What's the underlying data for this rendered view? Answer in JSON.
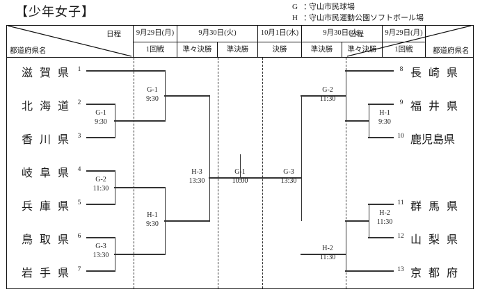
{
  "title": "【少年女子】",
  "venues": [
    {
      "key": "G",
      "sep": "：",
      "name": "守山市民球場"
    },
    {
      "key": "H",
      "sep": "：",
      "name": "守山市民運動公園ソフトボール場"
    }
  ],
  "header": {
    "corner_left_top": "日程",
    "corner_left_bottom": "都道府県名",
    "corner_right_top": "日程",
    "corner_right_bottom": "都道府県名",
    "dates": [
      "9月29日(月)",
      "9月30日(火)",
      "10月1日(水)",
      "9月30日(火)",
      "9月29日(月)"
    ],
    "rounds": [
      "1回戦",
      "準々決勝",
      "準決勝",
      "決勝",
      "準決勝",
      "準々決勝",
      "1回戦"
    ]
  },
  "teams_left": [
    {
      "seed": "1",
      "name": "滋 賀 県"
    },
    {
      "seed": "2",
      "name": "北 海 道"
    },
    {
      "seed": "3",
      "name": "香 川 県"
    },
    {
      "seed": "4",
      "name": "岐 阜 県"
    },
    {
      "seed": "5",
      "name": "兵 庫 県"
    },
    {
      "seed": "6",
      "name": "鳥 取 県"
    },
    {
      "seed": "7",
      "name": "岩 手 県"
    }
  ],
  "teams_right": [
    {
      "seed": "8",
      "name": "長 崎 県"
    },
    {
      "seed": "9",
      "name": "福 井 県"
    },
    {
      "seed": "10",
      "name": "鹿児島県"
    },
    {
      "seed": "11",
      "name": "群 馬 県"
    },
    {
      "seed": "12",
      "name": "山 梨 県"
    },
    {
      "seed": "13",
      "name": "京 都 府"
    }
  ],
  "matches": {
    "l_r1_a": {
      "code": "G-1",
      "time": "9:30"
    },
    "l_qf_top": {
      "code": "G-1",
      "time": "9:30"
    },
    "l_qf_mid": {
      "code": "G-2",
      "time": "11:30"
    },
    "l_qf_bot": {
      "code": "G-3",
      "time": "13:30"
    },
    "l_sf_low": {
      "code": "H-1",
      "time": "9:30"
    },
    "l_sf": {
      "code": "H-3",
      "time": "13:30"
    },
    "final": {
      "code": "G-1",
      "time": "10:00"
    },
    "r_sf": {
      "code": "G-3",
      "time": "13:30"
    },
    "r_qf_top": {
      "code": "G-2",
      "time": "11:30"
    },
    "r_qf_bot": {
      "code": "H-2",
      "time": "11:30"
    },
    "r_r1_top": {
      "code": "H-1",
      "time": "9:30"
    },
    "r_r1_bot": {
      "code": "H-2",
      "time": "11:30"
    }
  }
}
